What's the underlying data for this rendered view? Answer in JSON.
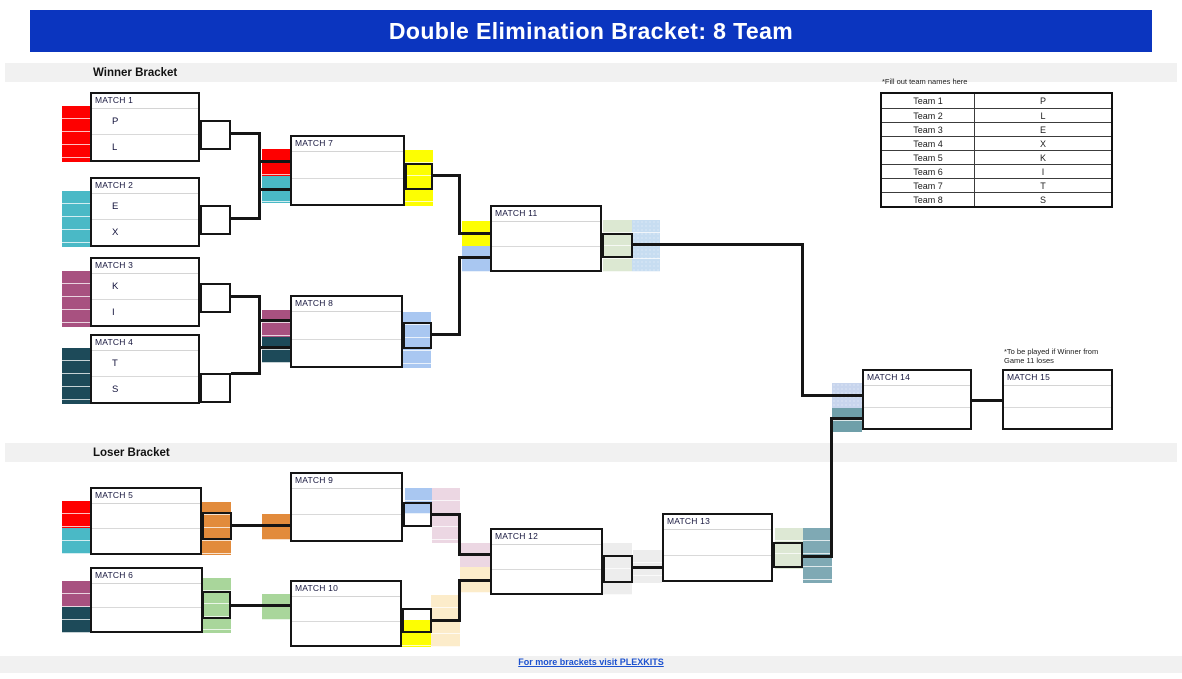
{
  "banner": {
    "title": "Double Elimination Bracket: 8 Team",
    "bg": "#0b35bf"
  },
  "sections": {
    "winner_label": "Winner Bracket",
    "loser_label": "Loser Bracket"
  },
  "team_table": {
    "note": "*Fill out team names here",
    "rows": [
      {
        "label": "Team 1",
        "value": "P"
      },
      {
        "label": "Team 2",
        "value": "L"
      },
      {
        "label": "Team 3",
        "value": "E"
      },
      {
        "label": "Team 4",
        "value": "X"
      },
      {
        "label": "Team 5",
        "value": "K"
      },
      {
        "label": "Team 6",
        "value": "I"
      },
      {
        "label": "Team 7",
        "value": "T"
      },
      {
        "label": "Team 8",
        "value": "S"
      }
    ]
  },
  "matches": [
    {
      "label": "MATCH 1",
      "teams": [
        "P",
        "L"
      ]
    },
    {
      "label": "MATCH 2",
      "teams": [
        "E",
        "X"
      ]
    },
    {
      "label": "MATCH 3",
      "teams": [
        "K",
        "I"
      ]
    },
    {
      "label": "MATCH 4",
      "teams": [
        "T",
        "S"
      ]
    },
    {
      "label": "MATCH 5",
      "teams": [
        "",
        ""
      ]
    },
    {
      "label": "MATCH 6",
      "teams": [
        "",
        ""
      ]
    },
    {
      "label": "MATCH 7",
      "teams": [
        "",
        ""
      ]
    },
    {
      "label": "MATCH 8",
      "teams": [
        "",
        ""
      ]
    },
    {
      "label": "MATCH 9",
      "teams": [
        "",
        ""
      ]
    },
    {
      "label": "MATCH 10",
      "teams": [
        "",
        ""
      ]
    },
    {
      "label": "MATCH 11",
      "teams": [
        "",
        ""
      ]
    },
    {
      "label": "MATCH 12",
      "teams": [
        "",
        ""
      ]
    },
    {
      "label": "MATCH 13",
      "teams": [
        "",
        ""
      ]
    },
    {
      "label": "MATCH 14",
      "teams": [
        "",
        ""
      ]
    },
    {
      "label": "MATCH 15",
      "teams": [
        "",
        ""
      ]
    }
  ],
  "notes": {
    "match15": "*To be played if Winner from Game 11 loses"
  },
  "footer": {
    "link_text": "For more brackets visit PLEXKITS"
  },
  "colors": {
    "banner_bg": "#0b35bf",
    "bar_bg": "#f1f1f1",
    "line": "#151515",
    "red": "#fe0000",
    "teal": "#4ab9c6",
    "plum": "#a85180",
    "dark_teal": "#1d4a59",
    "yellow": "#fdfe02",
    "light_blue": "#a9c7f1",
    "pale_green": "#dce8d2",
    "pale_blue": "#c7ddf1",
    "lavender": "#c8d5ed",
    "slate_teal": "#6f9fa9",
    "orange": "#e28b3c",
    "green": "#a9d69b",
    "pink": "#ecd7e3",
    "cream": "#fcecca",
    "gray": "#ededed",
    "sage": "#dde8d4",
    "steel_teal": "#7fa9b4",
    "link": "#1d52cf"
  }
}
